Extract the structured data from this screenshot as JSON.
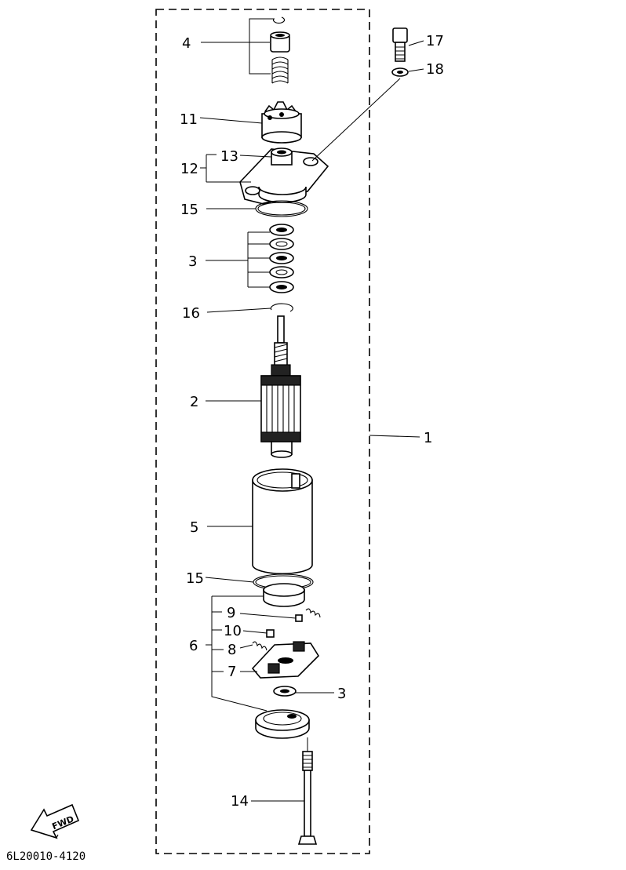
{
  "diagram": {
    "callouts": {
      "c1": "1",
      "c2": "2",
      "c3a": "3",
      "c3b": "3",
      "c4": "4",
      "c5": "5",
      "c6": "6",
      "c7": "7",
      "c8": "8",
      "c9": "9",
      "c10": "10",
      "c11": "11",
      "c12": "12",
      "c13": "13",
      "c14": "14",
      "c15a": "15",
      "c15b": "15",
      "c16": "16",
      "c17": "17",
      "c18": "18"
    },
    "fwd_label": "FWD",
    "part_code": "6L20010-4120"
  }
}
